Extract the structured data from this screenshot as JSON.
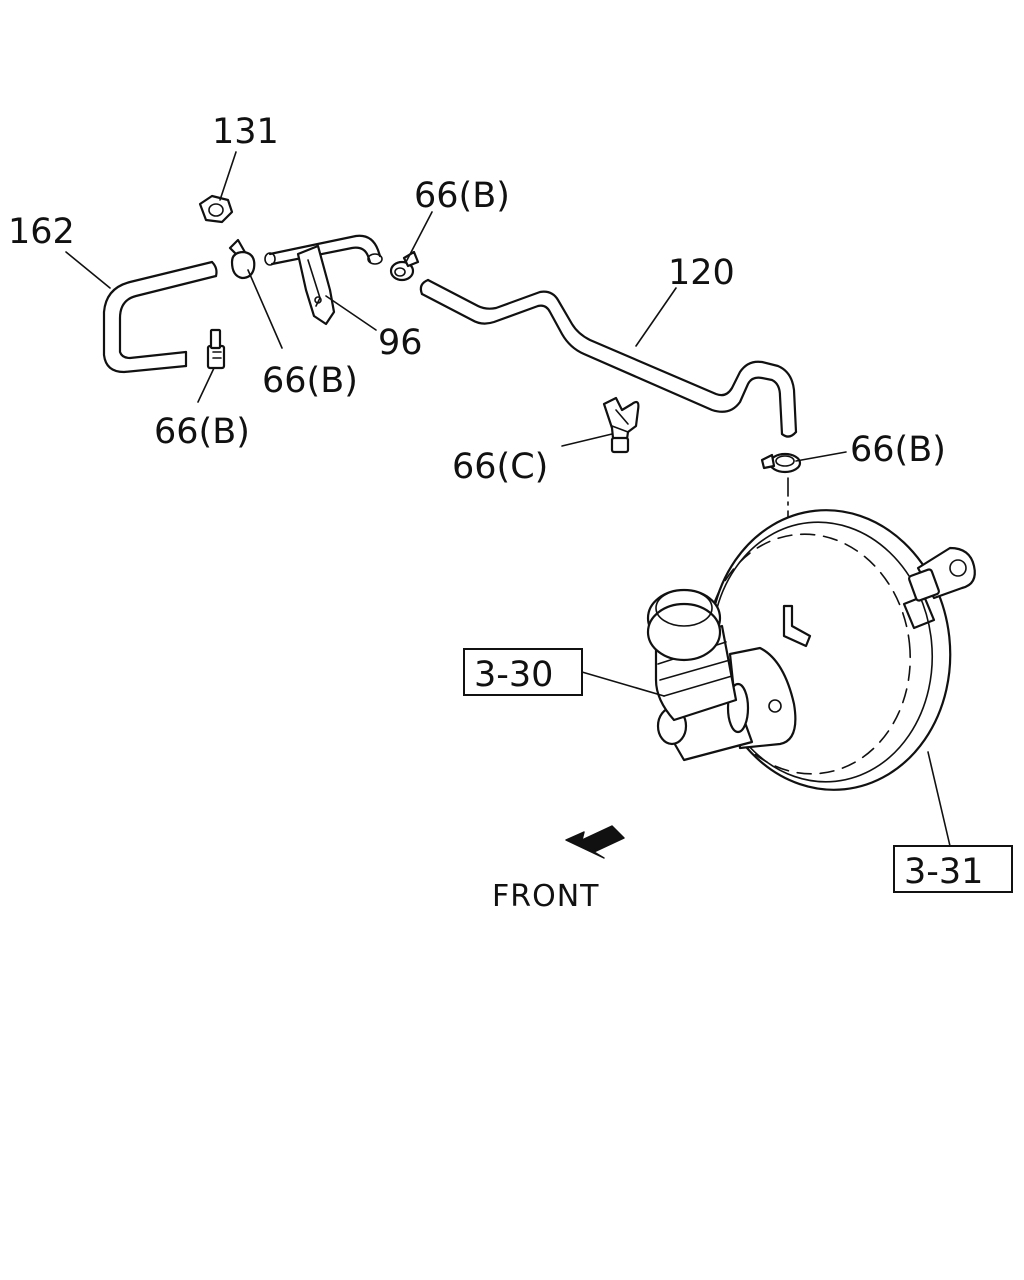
{
  "callouts": {
    "p131": "131",
    "p162": "162",
    "p66b_clamp_top": "66(B)",
    "p96": "96",
    "p66b_upper_left": "66(B)",
    "p66b_lower_left": "66(B)",
    "p120": "120",
    "p66c": "66(C)",
    "p66b_right": "66(B)",
    "ref_3_30": "3-30",
    "ref_3_31": "3-31"
  },
  "front_label": "FRONT",
  "icons": {
    "front_arrow": "front-direction-arrow-icon"
  }
}
